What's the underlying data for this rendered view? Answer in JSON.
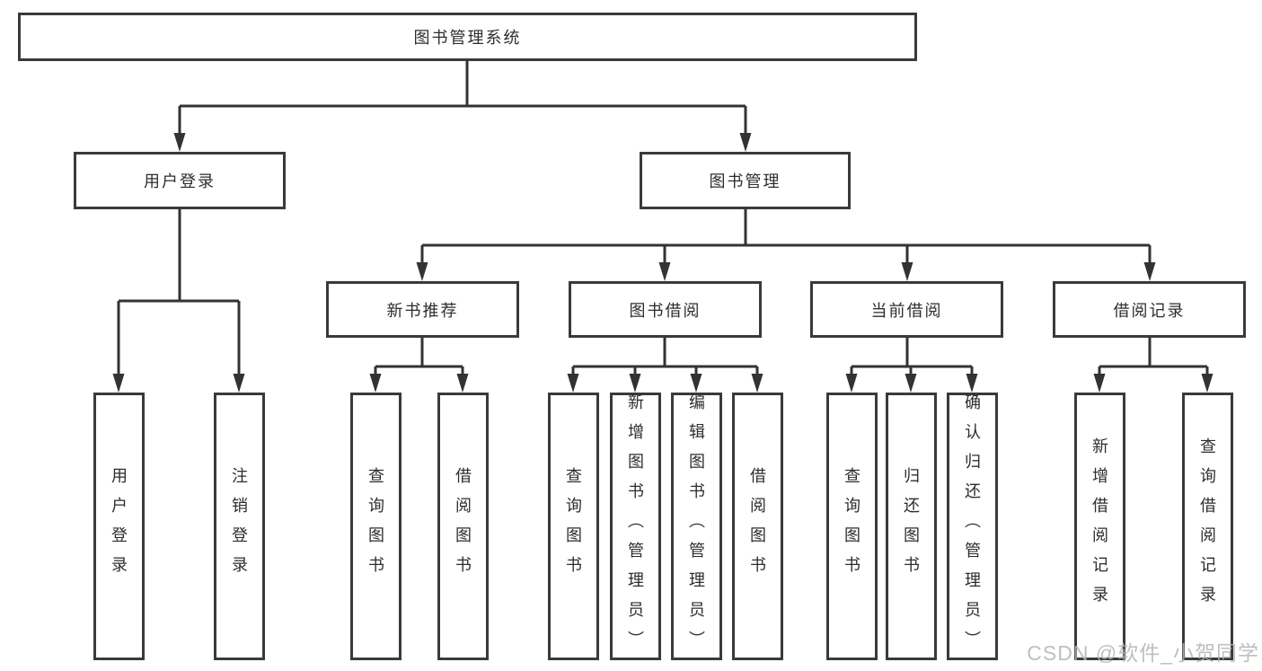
{
  "colors": {
    "line": "#333333",
    "border": "#3a3a3a",
    "text": "#2d2d2d",
    "watermark_text": "#b4b4b4",
    "background": "#ffffff"
  },
  "diagram": {
    "root": {
      "label": "图书管理系统"
    },
    "branches": [
      {
        "label": "用户登录",
        "children": [
          {
            "label": "用户登录"
          },
          {
            "label": "注销登录"
          }
        ]
      },
      {
        "label": "图书管理",
        "children": [
          {
            "label": "新书推荐",
            "children": [
              {
                "label": "查询图书"
              },
              {
                "label": "借阅图书"
              }
            ]
          },
          {
            "label": "图书借阅",
            "children": [
              {
                "label": "查询图书"
              },
              {
                "label": "新增图书（管理员）"
              },
              {
                "label": "编辑图书（管理员）"
              },
              {
                "label": "借阅图书"
              }
            ]
          },
          {
            "label": "当前借阅",
            "children": [
              {
                "label": "查询图书"
              },
              {
                "label": "归还图书"
              },
              {
                "label": "确认归还（管理员）"
              }
            ]
          },
          {
            "label": "借阅记录",
            "children": [
              {
                "label": "新增借阅记录"
              },
              {
                "label": "查询借阅记录"
              }
            ]
          }
        ]
      }
    ]
  },
  "watermark": {
    "text": "CSDN @软件_小贺同学"
  }
}
